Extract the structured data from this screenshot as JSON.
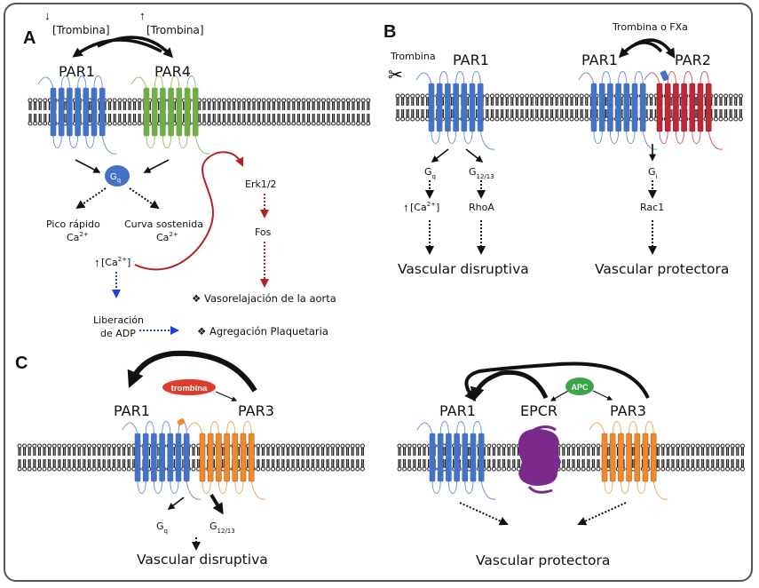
{
  "colors": {
    "par1": "#4472c4",
    "par4": "#70ad47",
    "par2": "#c0283a",
    "par3": "#ed8a2f",
    "epcr": "#7b2a8c",
    "gq_node": "#4472c4",
    "red_path": "#b22222",
    "blue_path": "#1f3fdf",
    "thrombin_pill": "#e03a2a",
    "apc_pill": "#3aa648",
    "black": "#111111"
  },
  "panelA": {
    "letter": "A",
    "low_thrombin": "[Trombina]",
    "high_thrombin": "[Trombina]",
    "receptor1": "PAR1",
    "receptor2": "PAR4",
    "g_node": "G",
    "g_sub": "q",
    "fast_peak_1": "Pico rápido",
    "fast_peak_2": "Ca",
    "sustained_1": "Curva sostenida",
    "sustained_2": "Ca",
    "ca_sup": "2+",
    "ca_increase": "[Ca",
    "ca_increase_end": "]",
    "erk": "Erk1/2",
    "fos": "Fos",
    "aorta": "❖ Vasorelajación de la aorta",
    "adp_1": "Liberación",
    "adp_2": "de ADP",
    "aggregation": "❖ Agregación Plaquetaria"
  },
  "panelB": {
    "letter": "B",
    "cleaver": "Trombina",
    "receptor_left": "PAR1",
    "protease": "Trombina o FXa",
    "receptor_mid": "PAR1",
    "receptor_right": "PAR2",
    "gq": "G",
    "gq_sub": "q",
    "g1213": "G",
    "g1213_sub": "12/13",
    "gi": "G",
    "gi_sub": "i",
    "ca": "[Ca",
    "ca_sup": "2+",
    "ca_end": "]",
    "rhoa": "RhoA",
    "rac1": "Rac1",
    "outcome_left": "Vascular disruptiva",
    "outcome_right": "Vascular protectora"
  },
  "panelC": {
    "letter": "C",
    "protease": "trombina",
    "receptor1": "PAR1",
    "receptor2": "PAR3",
    "gq": "G",
    "gq_sub": "q",
    "g1213": "G",
    "g1213_sub": "12/13",
    "outcome": "Vascular disruptiva"
  },
  "panelD": {
    "protease": "APC",
    "receptor1": "PAR1",
    "coreceptor": "EPCR",
    "receptor2": "PAR3",
    "outcome": "Vascular protectora"
  }
}
